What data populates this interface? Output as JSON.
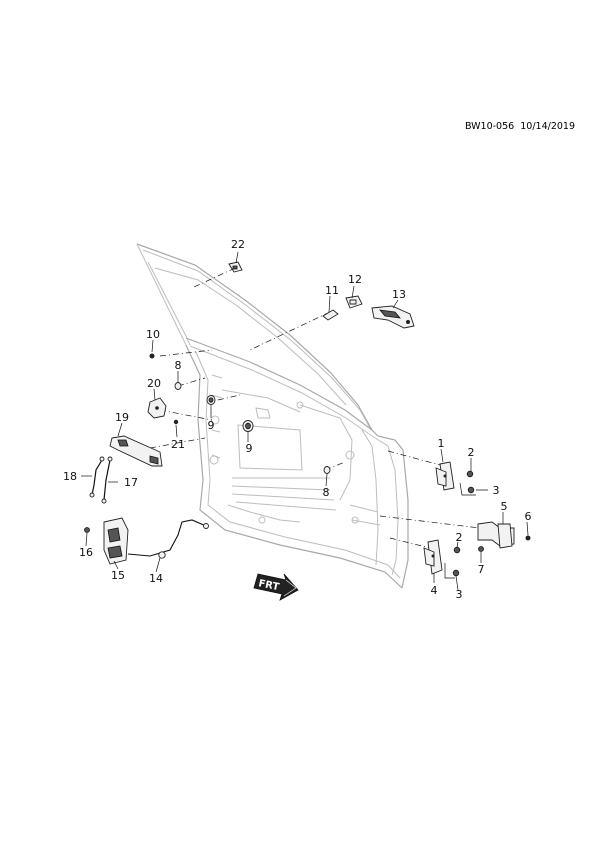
{
  "header": {
    "diagram_code": "BW10-056",
    "date": "10/14/2019"
  },
  "callouts": {
    "c1": "1",
    "c2a": "2",
    "c2b": "2",
    "c3a": "3",
    "c3b": "3",
    "c4": "4",
    "c5": "5",
    "c6": "6",
    "c7": "7",
    "c8a": "8",
    "c8b": "8",
    "c9a": "9",
    "c9b": "9",
    "c10": "10",
    "c11": "11",
    "c12": "12",
    "c13": "13",
    "c14": "14",
    "c15": "15",
    "c16": "16",
    "c17": "17",
    "c18": "18",
    "c19": "19",
    "c20": "20",
    "c21": "21",
    "c22": "22"
  },
  "direction_arrow": {
    "label": "FRT"
  },
  "colors": {
    "line_art": "#111111",
    "door_outline": "#bdbdbd",
    "background": "#ffffff"
  }
}
